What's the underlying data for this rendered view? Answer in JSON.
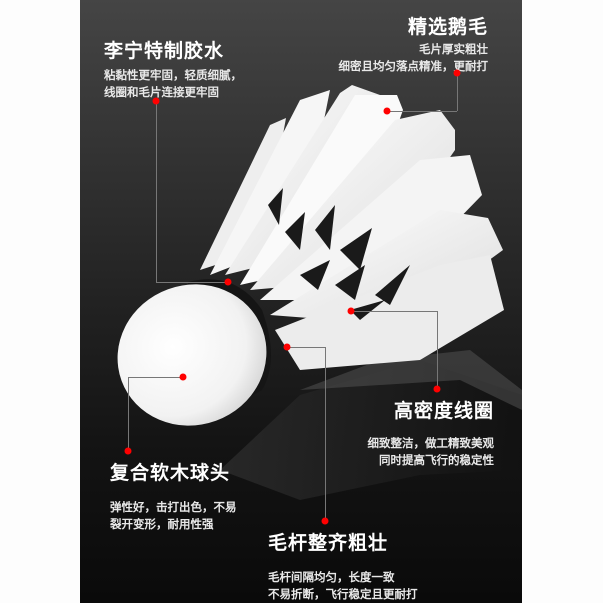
{
  "background_color": "#fdfdfd",
  "panel": {
    "gradient_top": "#454545",
    "gradient_bottom": "#0a0a0a"
  },
  "accent_color": "#ff0000",
  "callouts": [
    {
      "id": "glue",
      "title": "李宁特制胶水",
      "desc": [
        "粘黏性更牢固，轻质细腻，",
        "线圈和毛片连接更牢固"
      ]
    },
    {
      "id": "feather",
      "title": "精选鹅毛",
      "desc": [
        "毛片厚实粗壮",
        "细密且均匀落点精准，更耐打"
      ]
    },
    {
      "id": "thread",
      "title": "高密度线圈",
      "desc": [
        "细致整洁，做工精致美观",
        "同时提高飞行的稳定性"
      ]
    },
    {
      "id": "cork",
      "title": "复合软木球头",
      "desc": [
        "弹性好，击打出色，不易",
        "裂开变形，耐用性强"
      ]
    },
    {
      "id": "shaft",
      "title": "毛杆整齐粗壮",
      "desc": [
        "毛杆间隔均匀，长度一致",
        "不易折断，飞行稳定且更耐打"
      ]
    }
  ]
}
